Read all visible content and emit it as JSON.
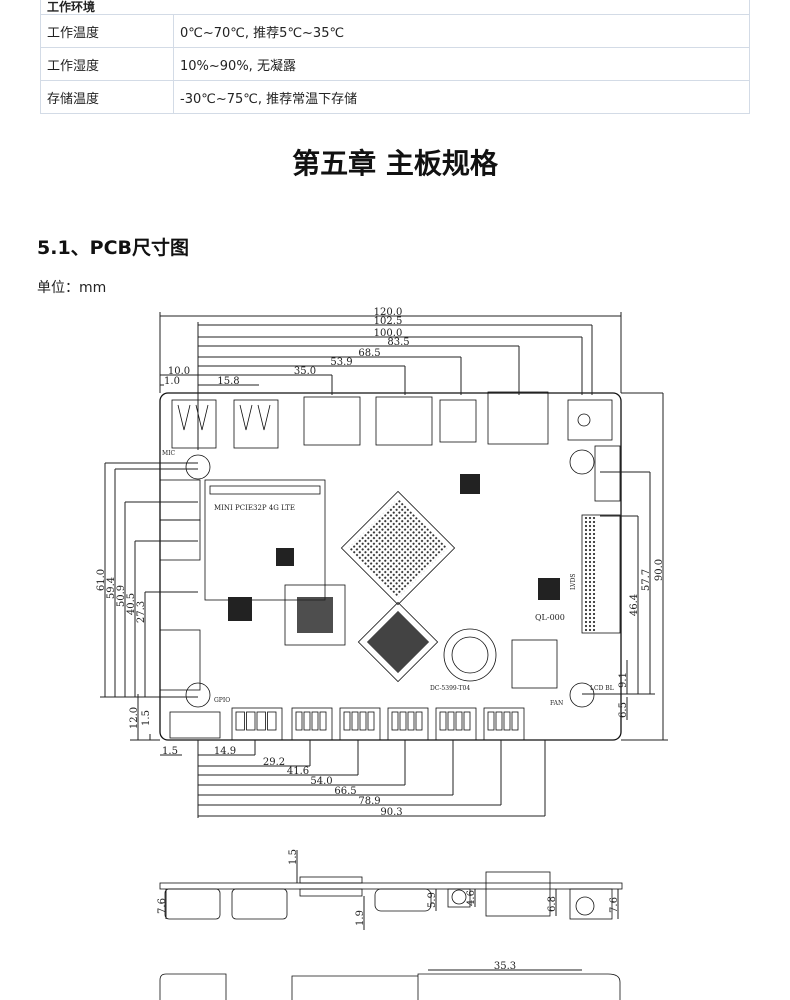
{
  "env_table": {
    "header": "工作环境",
    "rows": [
      {
        "key": "工作温度",
        "value": "0℃~70℃, 推荐5℃~35℃"
      },
      {
        "key": "工作湿度",
        "value": "10%~90%, 无凝露"
      },
      {
        "key": "存储温度",
        "value": "-30℃~75℃, 推荐常温下存储"
      }
    ]
  },
  "chapter_title": "第五章 主板规格",
  "section_title": "5.1、PCB尺寸图",
  "unit_label": "单位：mm",
  "drawing": {
    "top_dims": [
      "120.0",
      "102.5",
      "100.0",
      "83.5",
      "68.5",
      "53.9",
      "35.0",
      "10.0",
      "1.0",
      "15.8"
    ],
    "bottom_dims": [
      "1.5",
      "14.9",
      "29.2",
      "41.6",
      "54.0",
      "66.5",
      "78.9",
      "90.3"
    ],
    "left_dims": [
      "61.0",
      "59.4",
      "50.9",
      "40.5",
      "27.3",
      "12.0",
      "1.5"
    ],
    "right_dims": [
      "90.0",
      "57.7",
      "46.4",
      "9.1",
      "6.5"
    ],
    "board_labels": {
      "mini_pcie": "MINI PCIE32P 4G LTE",
      "model": "DC-5399-T04",
      "ql": "QL-000",
      "gpio": "GPIO",
      "lvds": "LVDS",
      "lcd_bl": "LCD BL",
      "fan": "FAN",
      "mic": "MIC"
    },
    "side_dims": [
      "7.6",
      "1.5",
      "1.9",
      "5.9",
      "4.6",
      "6.8",
      "7.6"
    ],
    "rear_dims": [
      "35.3"
    ]
  }
}
